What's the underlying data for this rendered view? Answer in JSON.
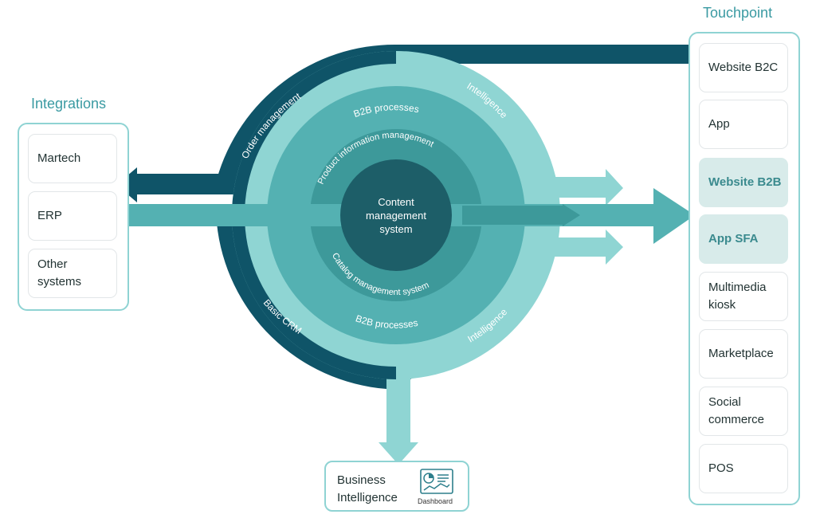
{
  "integrations": {
    "title": "Integrations",
    "items": [
      "Martech",
      "ERP",
      "Other\nsystems"
    ]
  },
  "touchpoint": {
    "title": "Touchpoint",
    "items": [
      "Website B2C",
      "App",
      "Website B2B",
      "App SFA",
      "Multimedia\nkiosk",
      "Marketplace",
      "Social\ncommerce",
      "POS"
    ],
    "highlighted": [
      "Website B2B",
      "App SFA"
    ]
  },
  "center": {
    "core": [
      "Content",
      "management",
      "system"
    ],
    "inner_top": "Product information management",
    "inner_bottom": "Catalog management system",
    "mid_top": "B2B processes",
    "mid_bottom": "B2B processes",
    "outer_top_left": "Order management",
    "outer_bottom_left": "Basic CRM",
    "outer_top_right": "Intelligence",
    "outer_bottom_right": "Intelligence"
  },
  "bi": {
    "label": "Business\nIntelligence",
    "dashboard_label": "Dashboard"
  },
  "colors": {
    "dark_navy": "#0f5468",
    "teal_mid": "#54b1b2",
    "teal_light": "#8fd5d3",
    "teal_inner": "#3d999a",
    "core": "#1d5e68",
    "heading": "#3a9aa2",
    "active_bg": "#d8ebea"
  }
}
